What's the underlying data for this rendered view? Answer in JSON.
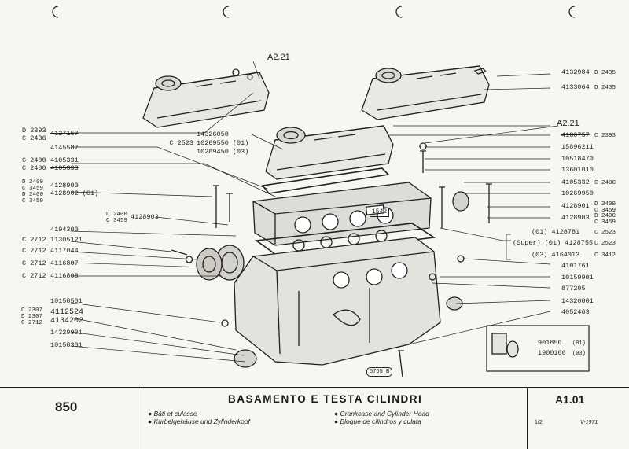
{
  "sheet": {
    "model": "850",
    "title": "BASAMENTO E TESTA CILINDRI",
    "subtitles": [
      "Bâti et culasse",
      "Kurbelgehäuse und Zylinderkopf",
      "Crankcase and Cylinder Head",
      "Bloque de cilindros y culata"
    ],
    "sheet_no": "A1.01",
    "page": "1/2",
    "date": "V-1971"
  },
  "callouts": {
    "a221_top": "A2.21",
    "a221_mid": "A2.21",
    "block_stamp": "1542",
    "base_stamp": "5765 B"
  },
  "left_labels": [
    {
      "codes": "D 2393\nC 2436",
      "part": "4127157",
      "struck": true
    },
    {
      "codes": "",
      "part": "4145587",
      "struck": false
    },
    {
      "codes": "C 2400\nC 2400",
      "part": "4105331\n4105333",
      "struck": true
    },
    {
      "codes": "D 2400\nC 3459\nD 2400\nC 3459",
      "part": "4128900\n4128902 (01)",
      "struck": false
    },
    {
      "codes": "D 2400\nC 3459",
      "part": "4128903",
      "struck": false
    },
    {
      "codes": "",
      "part": "4194300",
      "struck": false
    },
    {
      "codes": "C 2712",
      "part": "11305121",
      "struck": false
    },
    {
      "codes": "C 2712",
      "part": "4117044",
      "struck": false
    },
    {
      "codes": "C 2712",
      "part": "4116807",
      "struck": false
    },
    {
      "codes": "C 2712",
      "part": "4116808",
      "struck": false
    },
    {
      "codes": "",
      "part": "10158501",
      "struck": false
    },
    {
      "codes": "C 2307\nD 2307\nC 2712",
      "part": "4112524\n4134202",
      "struck": true
    },
    {
      "codes": "",
      "part": "14329901",
      "struck": false
    },
    {
      "codes": "",
      "part": "10158301",
      "struck": false
    }
  ],
  "center_labels": [
    {
      "codes": "",
      "part": "14326050"
    },
    {
      "codes": "C 2523",
      "part": "10269550 (01)"
    },
    {
      "codes": "",
      "part": "10269450 (03)"
    }
  ],
  "right_labels": [
    {
      "part": "4132984",
      "codes": "D 2435"
    },
    {
      "part": "4133064",
      "codes": "D 2435"
    },
    {
      "part": "4180757",
      "codes": "C 2393"
    },
    {
      "part": "15896211",
      "codes": ""
    },
    {
      "part": "10518470",
      "codes": ""
    },
    {
      "part": "13601010",
      "codes": ""
    },
    {
      "part": "4105332",
      "codes": "C 2400"
    },
    {
      "part": "10269950",
      "codes": ""
    },
    {
      "part": "4128901",
      "codes": "D 2400\nC 3459"
    },
    {
      "part": "4128903",
      "codes": "D 2400\nC 3459"
    },
    {
      "part": "(01) 4128781",
      "codes": "C 2523"
    },
    {
      "part": "(Super) (01) 4128755",
      "codes": "C 2523"
    },
    {
      "part": "(03) 4164013",
      "codes": "C 3412"
    },
    {
      "part": "4101761",
      "codes": ""
    },
    {
      "part": "10159901",
      "codes": ""
    },
    {
      "part": "877205",
      "codes": ""
    },
    {
      "part": "14320801",
      "codes": ""
    },
    {
      "part": "4052463",
      "codes": ""
    }
  ],
  "inset": {
    "parts": [
      "901850",
      "1900106"
    ],
    "variants": [
      "(01)",
      "(03)"
    ]
  }
}
